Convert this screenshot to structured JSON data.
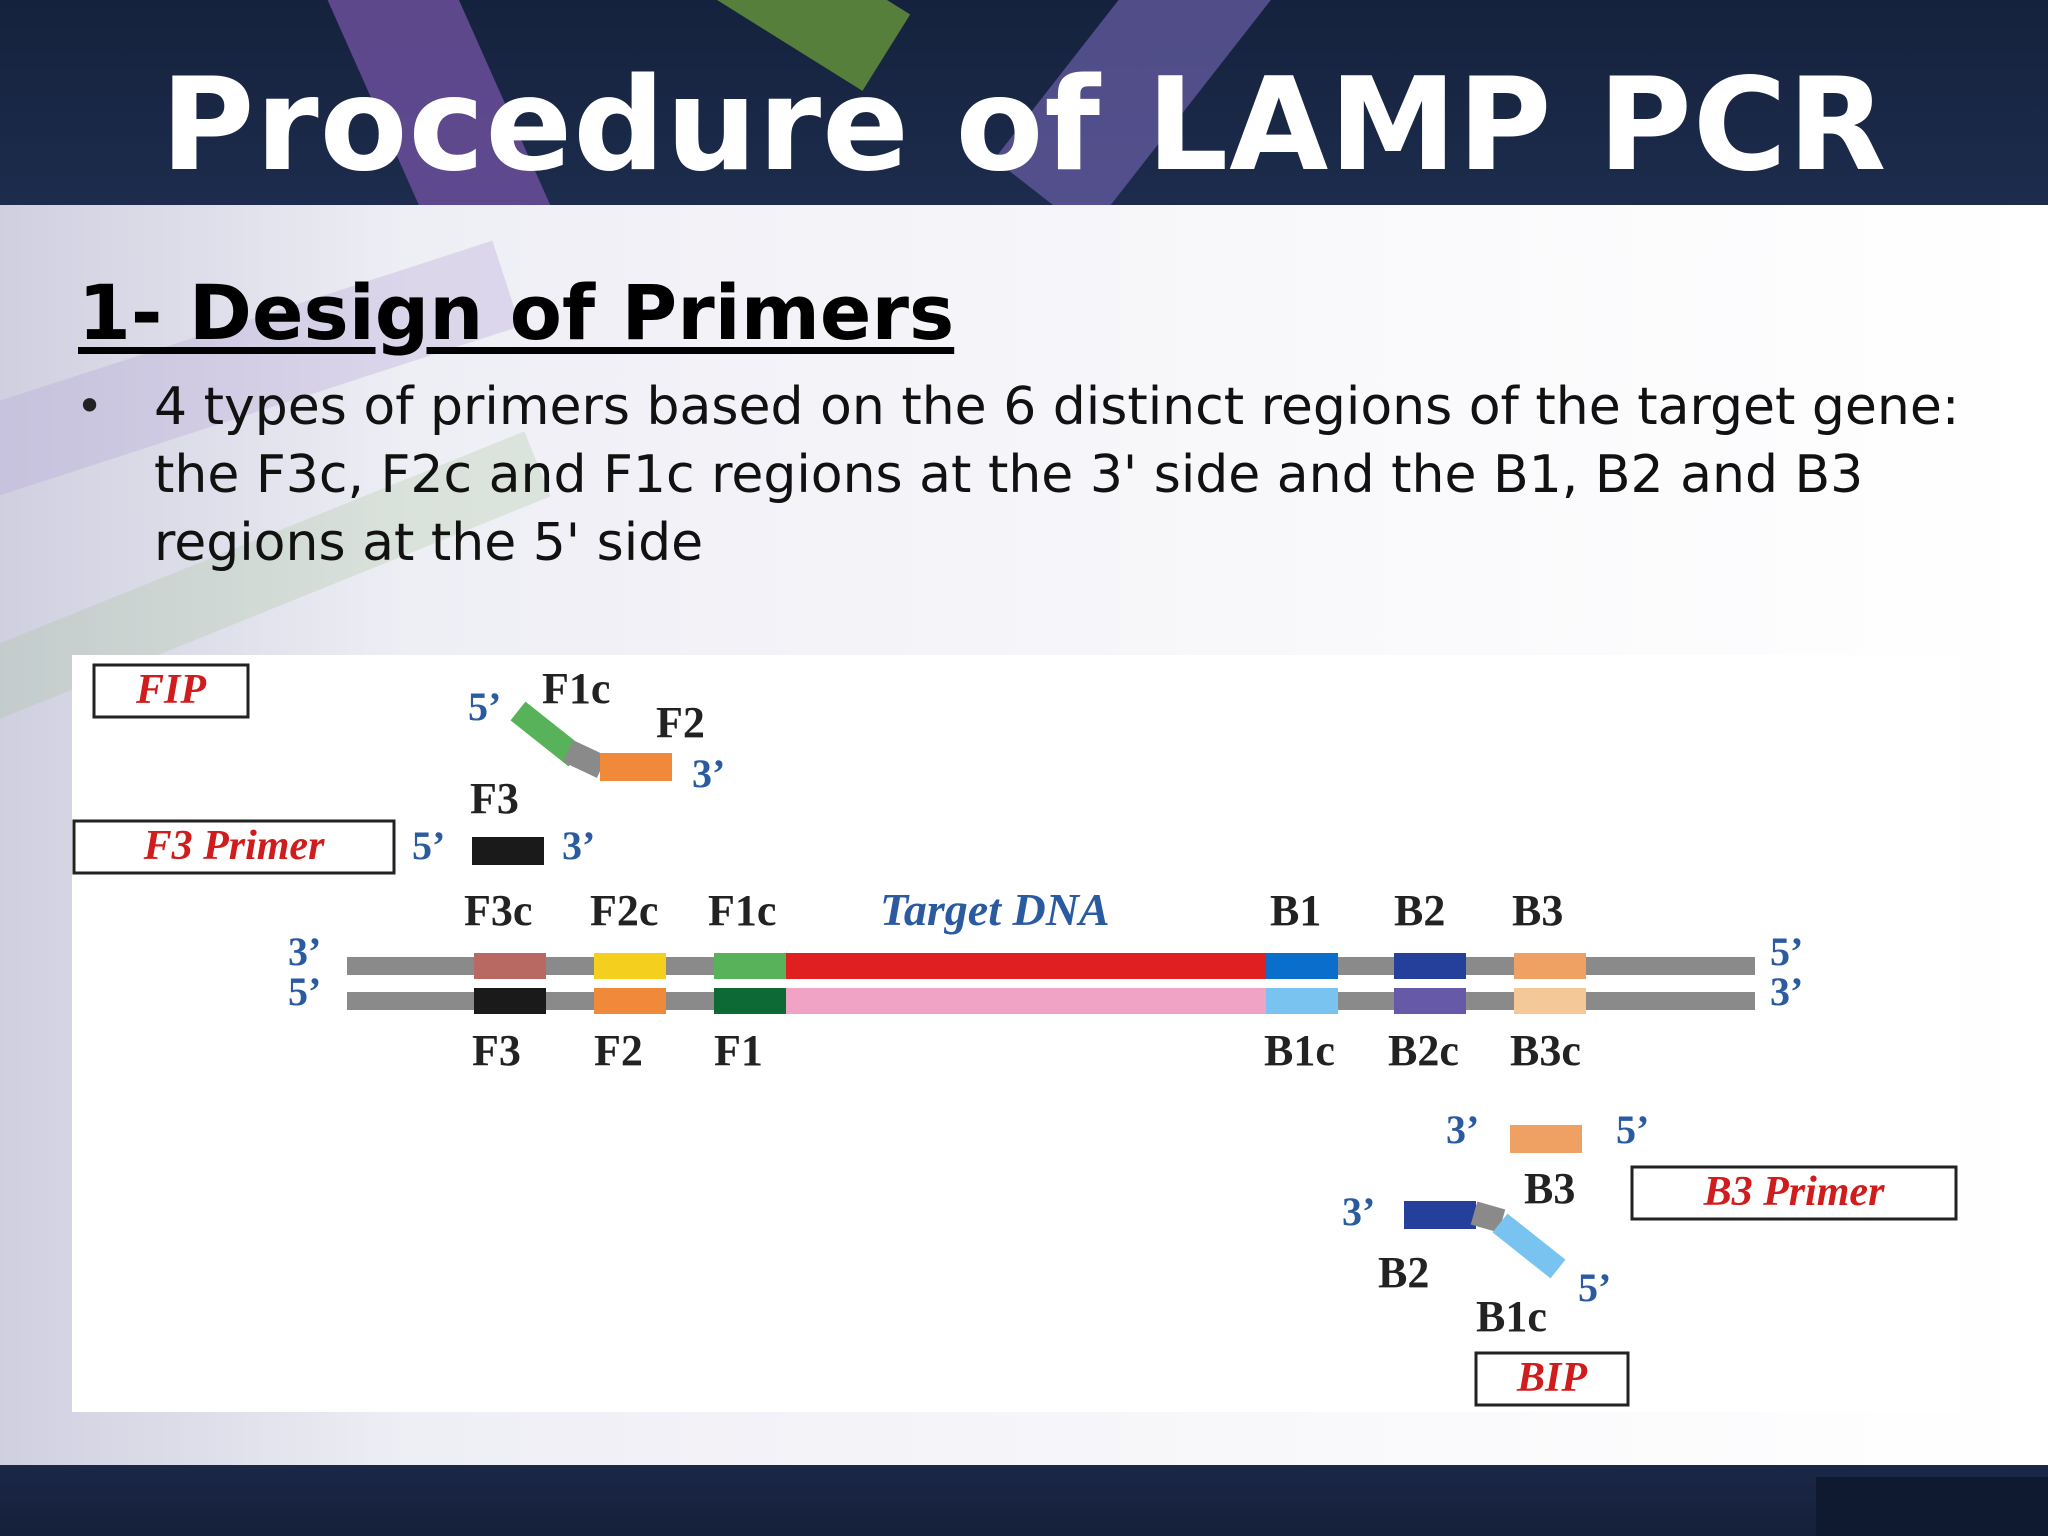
{
  "slide": {
    "title": "Procedure of LAMP PCR",
    "heading": "1- Design of Primers",
    "bullet_symbol": "•",
    "body": "4 types of primers based on the 6 distinct regions of the target gene: the F3c, F2c and F1c regions at the 3' side and the B1, B2 and B3 regions at the 5' side"
  },
  "diagram": {
    "boxes": {
      "fip": "FIP",
      "f3_primer": "F3 Primer",
      "b3_primer": "B3 Primer",
      "bip": "BIP"
    },
    "fip": {
      "five": "5’",
      "three": "3’",
      "f1c": "F1c",
      "f2": "F2"
    },
    "f3": {
      "five": "5’",
      "three": "3’",
      "label": "F3"
    },
    "top_strand": {
      "left_end": "3’",
      "right_end": "5’",
      "labels": [
        "F3c",
        "F2c",
        "F1c",
        "B1",
        "B2",
        "B3"
      ],
      "target": "Target DNA"
    },
    "bottom_strand": {
      "left_end": "5’",
      "right_end": "3’",
      "labels": [
        "F3",
        "F2",
        "F1",
        "B1c",
        "B2c",
        "B3c"
      ]
    },
    "b3": {
      "three": "3’",
      "five": "5’",
      "label": "B3"
    },
    "bip": {
      "three": "3’",
      "five": "5’",
      "b2": "B2",
      "b1c": "B1c"
    },
    "colors": {
      "strand": "#8a8a8a",
      "f3c": "#b86a62",
      "f2c": "#f5cf1d",
      "f1c": "#57b25a",
      "target_top": "#e02020",
      "target_bottom": "#f0a3c5",
      "b1": "#0a6fcc",
      "b2": "#24409a",
      "b3": "#efa063",
      "f3": "#1a1a1a",
      "f2": "#f08a3a",
      "f1": "#0e6a35",
      "b1c": "#78c3f0",
      "b2c": "#6659a8",
      "b3c": "#f5c898",
      "end_blue": "#2a5aa0",
      "box_red": "#d01c1c"
    }
  }
}
